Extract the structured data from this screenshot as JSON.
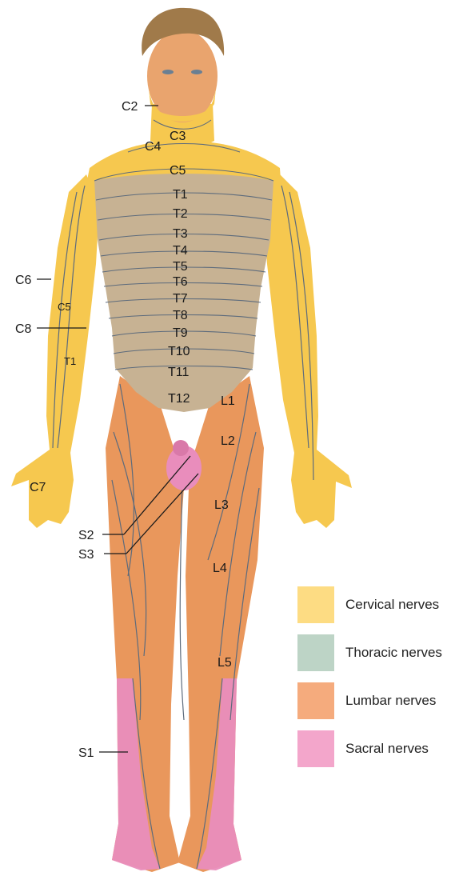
{
  "colors": {
    "cervical": "#fddc83",
    "thoracic": "#bdd4c6",
    "lumbar": "#f5ab7d",
    "sacral": "#f3a6cb",
    "skin_cervical": "#f6c84f",
    "skin_thoracic": "#c7b293",
    "skin_lumbar": "#e9975c",
    "skin_sacral": "#e98dbc",
    "boundary": "#5d6b7c",
    "hair": "#a07a4a"
  },
  "labels": {
    "C2": "C2",
    "C3": "C3",
    "C4": "C4",
    "C5": "C5",
    "C5_arm": "C5",
    "C6": "C6",
    "C7": "C7",
    "C8": "C8",
    "T1": "T1",
    "T1_arm": "T1",
    "T2": "T2",
    "T3": "T3",
    "T4": "T4",
    "T5": "T5",
    "T6": "T6",
    "T7": "T7",
    "T8": "T8",
    "T9": "T9",
    "T10": "T10",
    "T11": "T11",
    "T12": "T12",
    "L1": "L1",
    "L2": "L2",
    "L3": "L3",
    "L4": "L4",
    "L5": "L5",
    "S1": "S1",
    "S2": "S2",
    "S3": "S3"
  },
  "legend": [
    {
      "label": "Cervical nerves",
      "color": "#fddc83"
    },
    {
      "label": "Thoracic nerves",
      "color": "#bdd4c6"
    },
    {
      "label": "Lumbar nerves",
      "color": "#f5ab7d"
    },
    {
      "label": "Sacral nerves",
      "color": "#f3a6cb"
    }
  ]
}
